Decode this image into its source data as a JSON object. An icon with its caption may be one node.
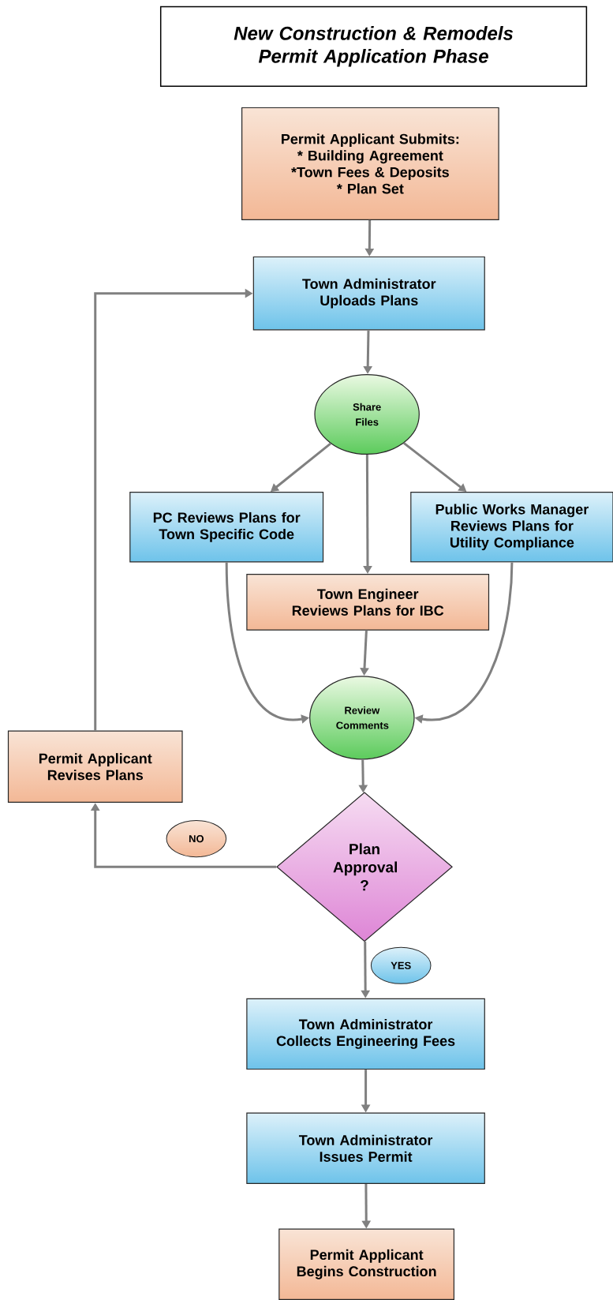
{
  "diagram": {
    "title": "New Construction & Remodels Permit Application Phase",
    "nodes": [
      {
        "text": [
          "Permit Applicant Submits:",
          "* Building Agreement",
          "*Town Fees & Deposits",
          "* Plan Set"
        ]
      },
      {
        "text": [
          "Town Administrator Uploads Plans"
        ]
      },
      {
        "text": [
          "Share Files"
        ]
      },
      {
        "text": [
          "PC Reviews Plans for Town Specific Code"
        ]
      },
      {
        "text": [
          "Town Engineer Reviews Plans for IBC"
        ]
      },
      {
        "text": [
          "Public Works Manager Reviews Plans for Utility Compliance"
        ]
      },
      {
        "text": [
          "Review Comments"
        ]
      },
      {
        "text": [
          "Permit Applicant Revises Plans"
        ]
      },
      {
        "text": [
          "Plan Approval ?"
        ]
      },
      {
        "text": [
          "Town Administrator Collects Engineering Fees"
        ]
      },
      {
        "text": [
          "Town Administrator Issues Permit"
        ]
      },
      {
        "text": [
          "Permit Applicant Begins Construction"
        ]
      }
    ],
    "edges": [
      {
        "from": 0,
        "to": 1,
        "arrow": "to"
      },
      {
        "from": 1,
        "to": 2,
        "arrow": "to"
      },
      {
        "from": 2,
        "to": 3,
        "arrow": "to"
      },
      {
        "from": 2,
        "to": 4,
        "arrow": "to"
      },
      {
        "from": 2,
        "to": 5,
        "arrow": "to"
      },
      {
        "from": 3,
        "to": 6,
        "arrow": "to"
      },
      {
        "from": 4,
        "to": 6,
        "arrow": "to"
      },
      {
        "from": 5,
        "to": 6,
        "arrow": "to"
      },
      {
        "from": 6,
        "to": 8,
        "arrow": "to"
      },
      {
        "from": 8,
        "to": 7,
        "arrow": "to",
        "label": "NO"
      },
      {
        "from": 7,
        "to": 1,
        "arrow": "to"
      },
      {
        "from": 8,
        "to": 9,
        "arrow": "to",
        "label": "YES"
      },
      {
        "from": 9,
        "to": 10,
        "arrow": "to"
      },
      {
        "from": 10,
        "to": 11,
        "arrow": "to"
      }
    ]
  }
}
